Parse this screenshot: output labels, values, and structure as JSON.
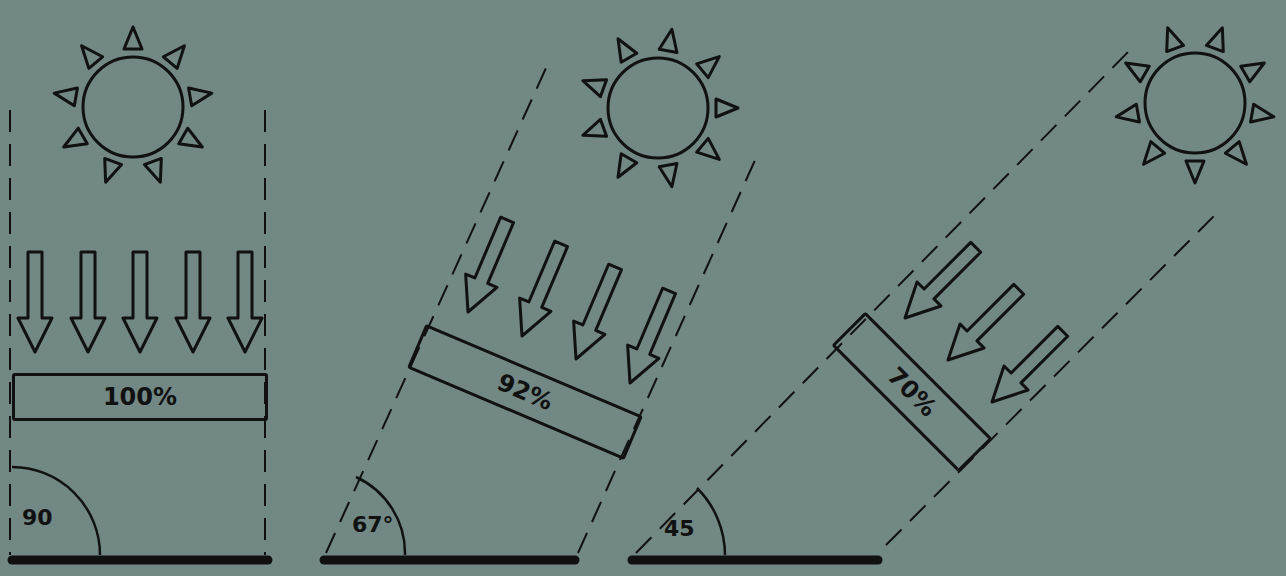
{
  "diagram": {
    "nodes": [
      {
        "text": [
          "100%"
        ]
      },
      {
        "text": [
          "92%"
        ]
      },
      {
        "text": [
          "70%"
        ]
      }
    ],
    "labels": [
      "90",
      "67°",
      "45"
    ]
  }
}
